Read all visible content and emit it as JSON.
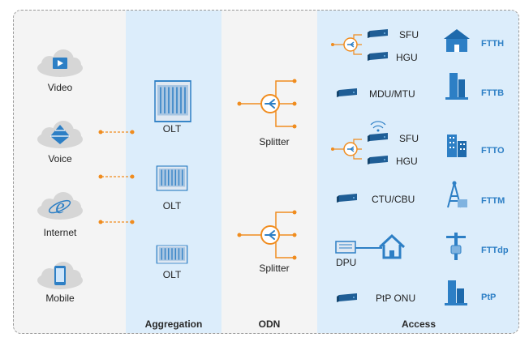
{
  "sources": [
    "Video",
    "Voice",
    "Internet",
    "Mobile"
  ],
  "aggregation": {
    "label": "Aggregation",
    "olt": [
      "OLT",
      "OLT",
      "OLT"
    ]
  },
  "odn": {
    "label": "ODN",
    "splitters": [
      "Splitter",
      "Splitter"
    ]
  },
  "access": {
    "label": "Access",
    "devices": [
      "SFU",
      "HGU",
      "MDU/MTU",
      "SFU",
      "HGU",
      "CTU/CBU",
      "DPU",
      "PtP ONU"
    ],
    "ftt": [
      "FTTH",
      "FTTB",
      "FTTO",
      "FTTM",
      "FTTdp",
      "PtP"
    ]
  },
  "colors": {
    "accent": "#2d7fc5",
    "link": "#f08c1e",
    "column": "#dcedfb"
  }
}
